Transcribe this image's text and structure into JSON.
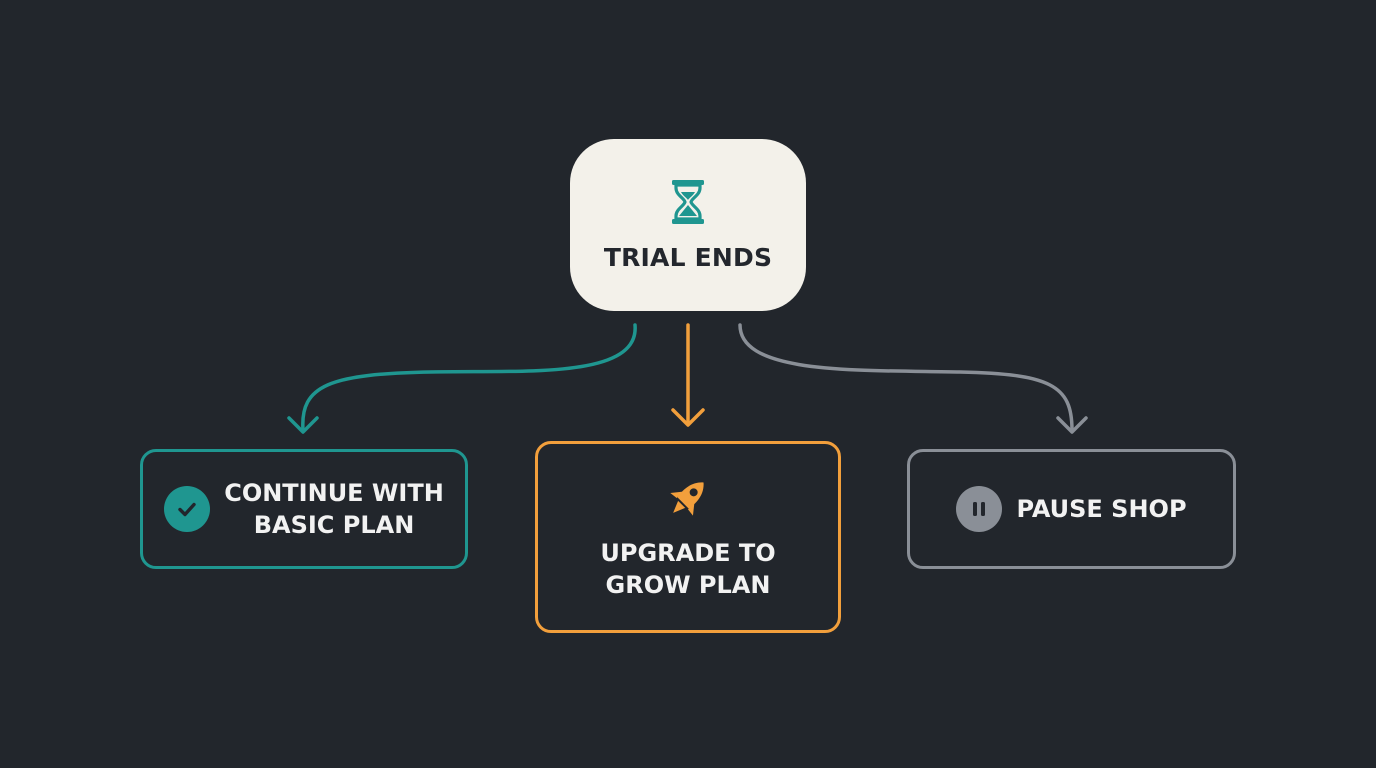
{
  "diagram": {
    "root": {
      "label": "TRIAL ENDS",
      "icon": "hourglass-icon",
      "color": "#1f9690"
    },
    "options": [
      {
        "id": "basic",
        "label": "CONTINUE WITH\nBASIC PLAN",
        "icon": "checkmark-icon",
        "color": "#1f9690"
      },
      {
        "id": "grow",
        "label": "UPGRADE TO\nGROW PLAN",
        "icon": "rocket-icon",
        "color": "#f29f3c"
      },
      {
        "id": "pause",
        "label": "PAUSE SHOP",
        "icon": "pause-icon",
        "color": "#8a8f97"
      }
    ],
    "colors": {
      "background": "#22262c",
      "root_fill": "#f3f1ea",
      "text_dark": "#23272d",
      "text_light": "#f2f2f2"
    }
  }
}
